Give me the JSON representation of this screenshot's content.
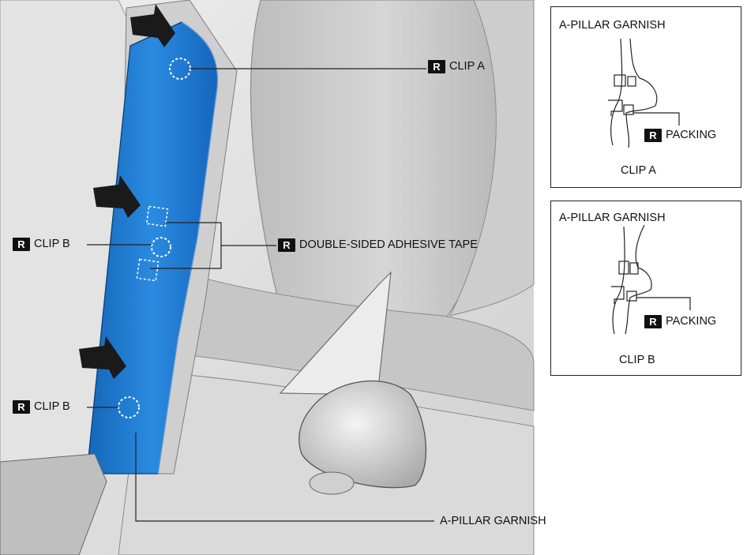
{
  "main_diagram": {
    "callouts": {
      "clip_a": {
        "badge": "R",
        "text": "CLIP A"
      },
      "clip_b_upper": {
        "badge": "R",
        "text": "CLIP B"
      },
      "clip_b_lower": {
        "badge": "R",
        "text": "CLIP B"
      },
      "tape": {
        "badge": "R",
        "text": "DOUBLE-SIDED ADHESIVE TAPE"
      },
      "garnish": {
        "text": "A-PILLAR GARNISH"
      }
    },
    "colors": {
      "garnish_blue": "#1e7fd6",
      "background_gray": "#d9d9d9",
      "seat_gray": "#c4c4c4",
      "arrow": "#1a1a1a"
    }
  },
  "insets": [
    {
      "title": "A-PILLAR GARNISH",
      "part_badge": "R",
      "part_text": "PACKING",
      "caption": "CLIP A"
    },
    {
      "title": "A-PILLAR GARNISH",
      "part_badge": "R",
      "part_text": "PACKING",
      "caption": "CLIP B"
    }
  ]
}
